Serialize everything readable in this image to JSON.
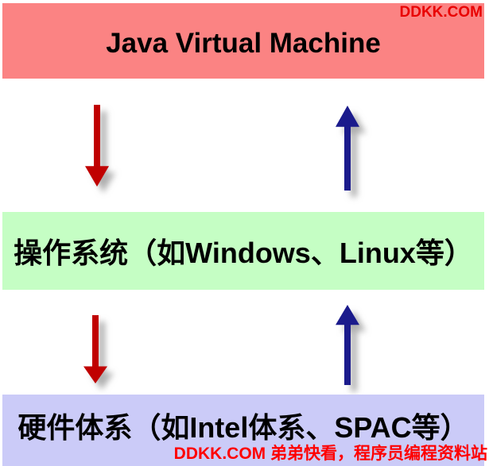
{
  "layers": [
    {
      "label": "Java Virtual Machine",
      "bg": "#FB8383"
    },
    {
      "label": "操作系统（如Windows、Linux等）",
      "bg": "#C5FEC4"
    },
    {
      "label": "硬件体系（如Intel体系、SPAC等）",
      "bg": "#CBCBF8"
    }
  ],
  "arrows": [
    {
      "icon": "down-arrow-icon",
      "direction": "down",
      "color": "#C00000"
    },
    {
      "icon": "up-arrow-icon",
      "direction": "up",
      "color": "#1B1B8C"
    },
    {
      "icon": "down-arrow-icon",
      "direction": "down",
      "color": "#C00000"
    },
    {
      "icon": "up-arrow-icon",
      "direction": "up",
      "color": "#1B1B8C"
    }
  ],
  "watermarks": {
    "top": "DDKK.COM",
    "bottom": "DDKK.COM 弟弟快看，程序员编程资料站",
    "color": "#FF0000"
  }
}
